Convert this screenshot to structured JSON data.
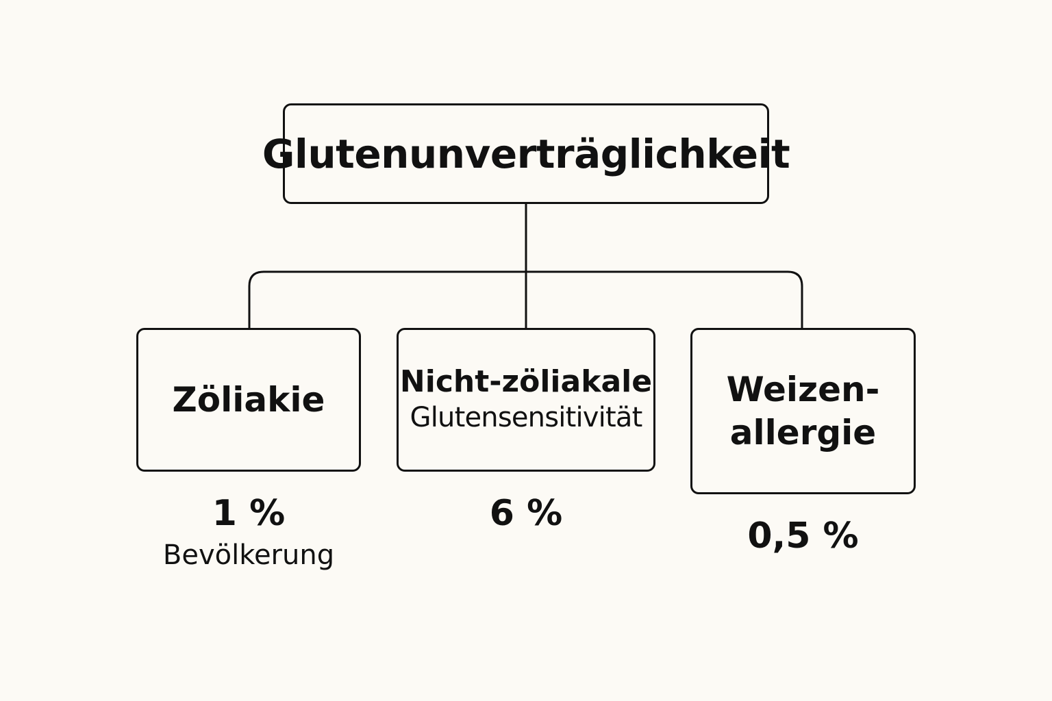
{
  "diagram": {
    "root": {
      "label": "Glutenunverträglichkeit"
    },
    "children": [
      {
        "line1": "Zöliakie",
        "stat_value": "1 %",
        "stat_note": "Bevölkerung"
      },
      {
        "line1": "Nicht-zöliakale",
        "line2": "Glutensensitivität",
        "stat_value": "6 %"
      },
      {
        "line1": "Weizen-",
        "line2": "allergie",
        "stat_value": "0,5 %"
      }
    ],
    "colors": {
      "background": "#fcfaf5",
      "line": "#111111",
      "text": "#111111"
    }
  }
}
